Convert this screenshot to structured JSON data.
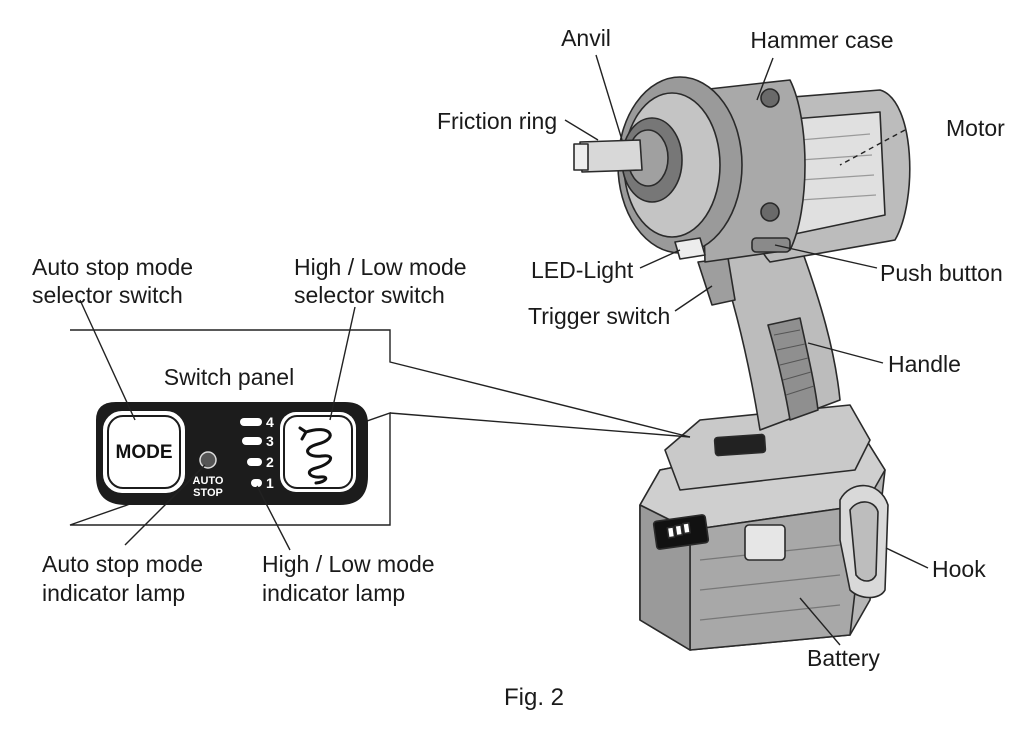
{
  "labels": {
    "anvil": "Anvil",
    "hammer_case": "Hammer case",
    "friction_ring": "Friction ring",
    "motor": "Motor",
    "led_light": "LED-Light",
    "push_button": "Push button",
    "trigger_switch": "Trigger switch",
    "handle": "Handle",
    "hook": "Hook",
    "battery": "Battery",
    "auto_stop_selector_line1": "Auto stop mode",
    "auto_stop_selector_line2": "selector switch",
    "hilo_selector_line1": "High / Low mode",
    "hilo_selector_line2": "selector switch",
    "auto_stop_lamp_line1": "Auto stop mode",
    "auto_stop_lamp_line2": "indicator lamp",
    "hilo_lamp_line1": "High / Low mode",
    "hilo_lamp_line2": "indicator lamp"
  },
  "switch_panel": {
    "title": "Switch panel",
    "mode_button": "MODE",
    "auto_stop_line1": "AUTO",
    "auto_stop_line2": "STOP",
    "levels": [
      "4",
      "3",
      "2",
      "1"
    ]
  },
  "caption": "Fig. 2",
  "colors": {
    "panel_black": "#1c1c1c",
    "tool_gray": "#bdbdbd",
    "tool_dark": "#7a7a7a",
    "line": "#222222"
  }
}
